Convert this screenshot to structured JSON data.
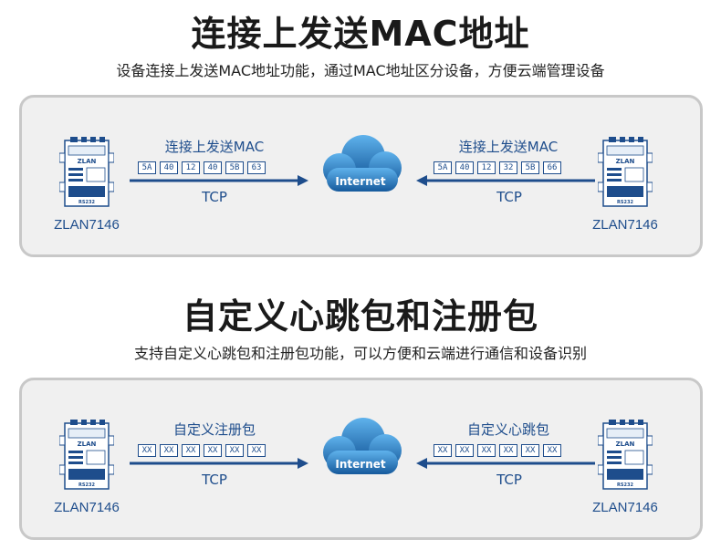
{
  "sections": [
    {
      "title": "连接上发送MAC地址",
      "subtitle": "设备连接上发送MAC地址功能，通过MAC地址区分设备，方便云端管理设备",
      "cloud_label": "Internet",
      "left": {
        "device_label": "ZLAN7146",
        "packet_label": "连接上发送MAC",
        "bytes": [
          "5A",
          "40",
          "12",
          "40",
          "5B",
          "63"
        ],
        "protocol": "TCP"
      },
      "right": {
        "device_label": "ZLAN7146",
        "packet_label": "连接上发送MAC",
        "bytes": [
          "5A",
          "40",
          "12",
          "32",
          "5B",
          "66"
        ],
        "protocol": "TCP"
      }
    },
    {
      "title": "自定义心跳包和注册包",
      "subtitle": "支持自定义心跳包和注册包功能，可以方便和云端进行通信和设备识别",
      "cloud_label": "Internet",
      "left": {
        "device_label": "ZLAN7146",
        "packet_label": "自定义注册包",
        "bytes": [
          "XX",
          "XX",
          "XX",
          "XX",
          "XX",
          "XX"
        ],
        "protocol": "TCP"
      },
      "right": {
        "device_label": "ZLAN7146",
        "packet_label": "自定义心跳包",
        "bytes": [
          "XX",
          "XX",
          "XX",
          "XX",
          "XX",
          "XX"
        ],
        "protocol": "TCP"
      }
    }
  ],
  "device_brand": "ZLAN",
  "device_port_label": "RS232",
  "colors": {
    "accent": "#1e4d8c",
    "panel_bg": "#f0f0f0",
    "panel_border": "#c8c8c8",
    "cloud": "#1c6fb8"
  }
}
